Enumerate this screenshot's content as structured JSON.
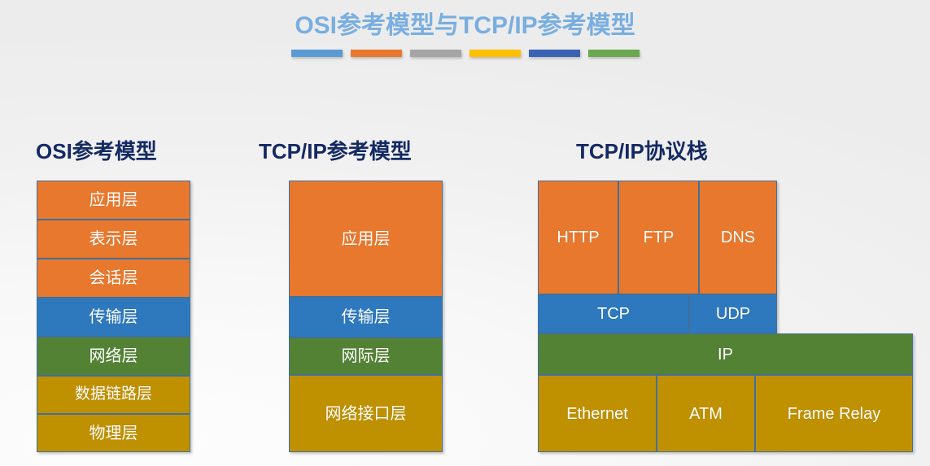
{
  "slide": {
    "title": "OSI参考模型与TCP/IP参考模型",
    "title_color": "#79AEE0",
    "background_color": "#f4f4f4",
    "heading_color": "#152A63",
    "title_bars": [
      {
        "name": "bar-light-blue",
        "color": "#5B9BD5"
      },
      {
        "name": "bar-orange",
        "color": "#E8782D"
      },
      {
        "name": "bar-gray",
        "color": "#A5A5A5"
      },
      {
        "name": "bar-yellow",
        "color": "#FFC000"
      },
      {
        "name": "bar-dark-blue",
        "color": "#3A62B5"
      },
      {
        "name": "bar-green",
        "color": "#6AA84F"
      }
    ]
  },
  "palette": {
    "application": "#E8782D",
    "transport": "#2E79BD",
    "network": "#548235",
    "link": "#BF9000",
    "border": "#41719C"
  },
  "columns": {
    "osi": {
      "heading": "OSI参考模型",
      "layers": [
        {
          "label": "应用层",
          "color_role": "application"
        },
        {
          "label": "表示层",
          "color_role": "application"
        },
        {
          "label": "会话层",
          "color_role": "application"
        },
        {
          "label": "传输层",
          "color_role": "transport"
        },
        {
          "label": "网络层",
          "color_role": "network"
        },
        {
          "label": "数据链路层",
          "color_role": "link"
        },
        {
          "label": "物理层",
          "color_role": "link"
        }
      ]
    },
    "tcpip_model": {
      "heading": "TCP/IP参考模型",
      "layers": [
        {
          "label": "应用层",
          "color_role": "application"
        },
        {
          "label": "传输层",
          "color_role": "transport"
        },
        {
          "label": "网际层",
          "color_role": "network"
        },
        {
          "label": "网络接口层",
          "color_role": "link"
        }
      ]
    },
    "tcpip_stack": {
      "heading": "TCP/IP协议栈",
      "rows": [
        {
          "role": "application",
          "cells": [
            {
              "label": "HTTP"
            },
            {
              "label": "FTP"
            },
            {
              "label": "DNS"
            }
          ]
        },
        {
          "role": "transport",
          "cells": [
            {
              "label": "TCP"
            },
            {
              "label": "UDP"
            }
          ]
        },
        {
          "role": "network",
          "cells": [
            {
              "label": "IP"
            }
          ]
        },
        {
          "role": "link",
          "cells": [
            {
              "label": "Ethernet"
            },
            {
              "label": "ATM"
            },
            {
              "label": "Frame Relay"
            }
          ]
        }
      ]
    }
  }
}
